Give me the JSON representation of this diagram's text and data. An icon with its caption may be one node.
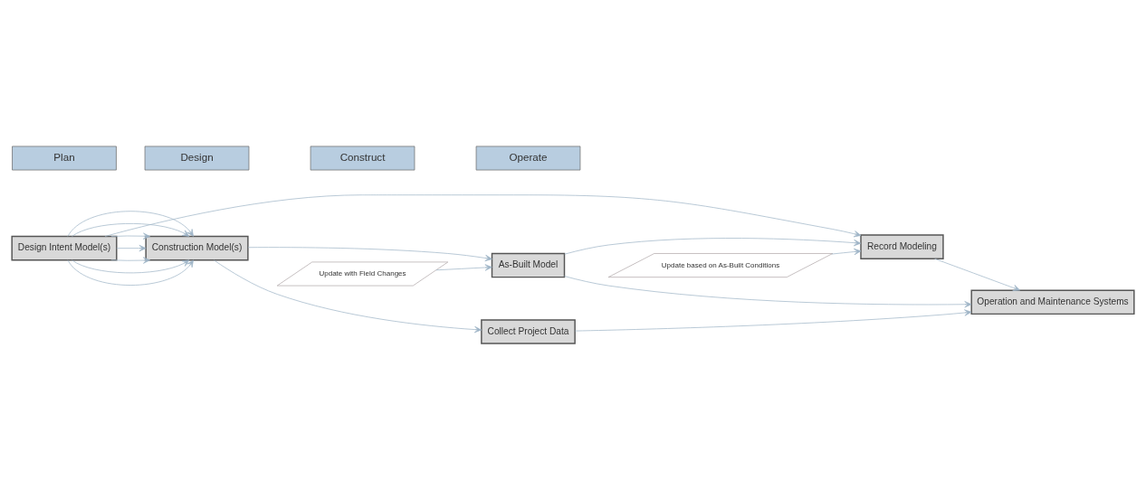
{
  "diagram": {
    "nodes": [
      {
        "text": [
          "Plan"
        ]
      },
      {
        "text": [
          "Design"
        ]
      },
      {
        "text": [
          "Construct"
        ]
      },
      {
        "text": [
          "Operate"
        ]
      },
      {
        "text": [
          "Design Intent Model(s)"
        ]
      },
      {
        "text": [
          "Record Modeling"
        ]
      },
      {
        "text": [
          "Construction Model(s)"
        ]
      },
      {
        "text": [
          "As-Built Model"
        ]
      },
      {
        "text": [
          "Operation and Maintenance Systems"
        ]
      },
      {
        "text": [
          "Update based on As-Built Conditions"
        ]
      },
      {
        "text": [
          "Update with Field Changes"
        ]
      },
      {
        "text": [
          "Collect Project Data"
        ]
      }
    ],
    "edges": [
      {
        "from": 4,
        "to": 5,
        "arrow": "to"
      },
      {
        "from": 4,
        "to": 6,
        "arrow": "to"
      },
      {
        "from": 4,
        "to": 6,
        "arrow": "to"
      },
      {
        "from": 4,
        "to": 6,
        "arrow": "to"
      },
      {
        "from": 4,
        "to": 6,
        "arrow": "to"
      },
      {
        "from": 4,
        "to": 6,
        "arrow": "to"
      },
      {
        "from": 4,
        "to": 6,
        "arrow": "to"
      },
      {
        "from": 4,
        "to": 6,
        "arrow": "to"
      },
      {
        "from": 6,
        "to": 7,
        "arrow": "to"
      },
      {
        "from": 6,
        "to": 11,
        "arrow": "to"
      },
      {
        "from": 7,
        "to": 5,
        "arrow": "to"
      },
      {
        "from": 9,
        "to": 5,
        "arrow": "to"
      },
      {
        "from": 10,
        "to": 7,
        "arrow": "to"
      },
      {
        "from": 5,
        "to": 8,
        "arrow": "to"
      },
      {
        "from": 7,
        "to": 8,
        "arrow": "to"
      },
      {
        "from": 11,
        "to": 8,
        "arrow": "to"
      }
    ]
  }
}
